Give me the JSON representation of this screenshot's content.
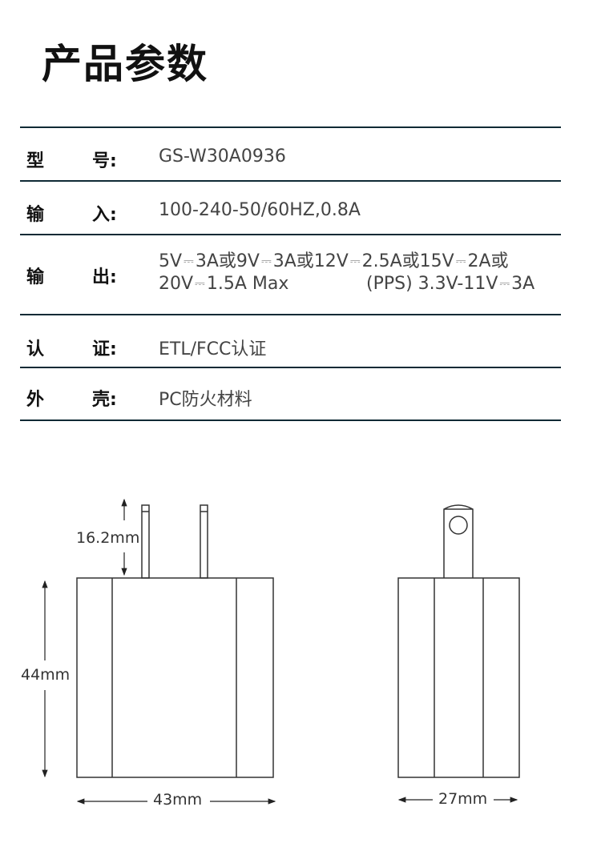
{
  "title": "产品参数",
  "specs": [
    {
      "k1": "型",
      "k2": "号:",
      "value": "GS-W30A0936"
    },
    {
      "k1": "输",
      "k2": "入:",
      "value": "100-240-50/60HZ,0.8A"
    },
    {
      "k1": "输",
      "k2": "出:",
      "line1": [
        "5V",
        "3A或9V",
        "3A或12V",
        "2.5A或15V",
        "2A或"
      ],
      "line2a": [
        "20V",
        "1.5A Max"
      ],
      "line2b": [
        "(PPS) 3.3V-11V",
        "3A"
      ],
      "dc_symbol": "⎓"
    },
    {
      "k1": "认",
      "k2": "证:",
      "value": "ETL/FCC认证"
    },
    {
      "k1": "外",
      "k2": "壳:",
      "value": "PC防火材料"
    }
  ],
  "dimensions": {
    "prong_length": "16.2mm",
    "height": "44mm",
    "width": "43mm",
    "depth": "27mm"
  },
  "colors": {
    "rule": "#0f2a35",
    "text": "#444444"
  }
}
